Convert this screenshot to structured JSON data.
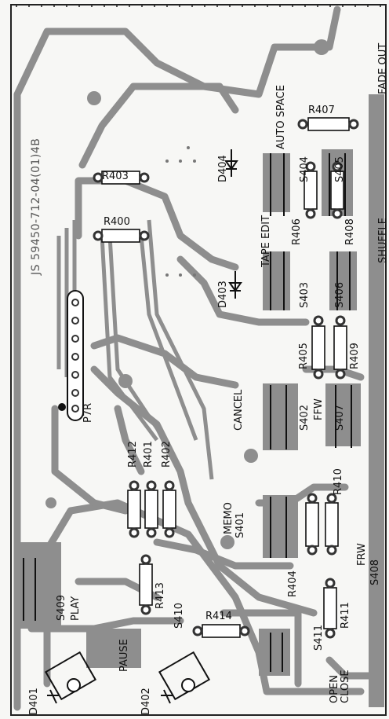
{
  "board": {
    "part_code": "JS 59450-712-04(01)4B",
    "colors": {
      "copper": "#8e8e8e",
      "copper_dark": "#5a5a5a",
      "edge": "#222",
      "paper": "#f7f7f5"
    }
  },
  "labels": {
    "fade_out": "FADE OUT",
    "auto_space": "AUTO SPACE",
    "shuffle": "SHUFFLE",
    "tape_edit": "TAPE EDIT",
    "cancel": "CANCEL",
    "ffw": "FFW",
    "memo": "MEMO",
    "frw": "FRW",
    "open_close": "OPEN CLOSE",
    "play": "PLAY",
    "pause": "PAUSE"
  },
  "components": {
    "S401": "S401",
    "S402": "S402",
    "S403": "S403",
    "S404": "S404",
    "S405": "S405",
    "S406": "S406",
    "S407": "S407",
    "S408": "S408",
    "S409": "S409",
    "S410": "S410",
    "S411": "S411",
    "R400": "R400",
    "R401": "R401",
    "R402": "R402",
    "R403": "R403",
    "R404": "R404",
    "R405": "R405",
    "R406": "R406",
    "R407": "R407",
    "R408": "R408",
    "R409": "R409",
    "R410": "R410",
    "R411": "R411",
    "R412": "R412",
    "R413": "R413",
    "R414": "R414",
    "D401": "D401",
    "D402": "D402",
    "D403": "D403",
    "D404": "D404",
    "P7R": "P7R"
  }
}
